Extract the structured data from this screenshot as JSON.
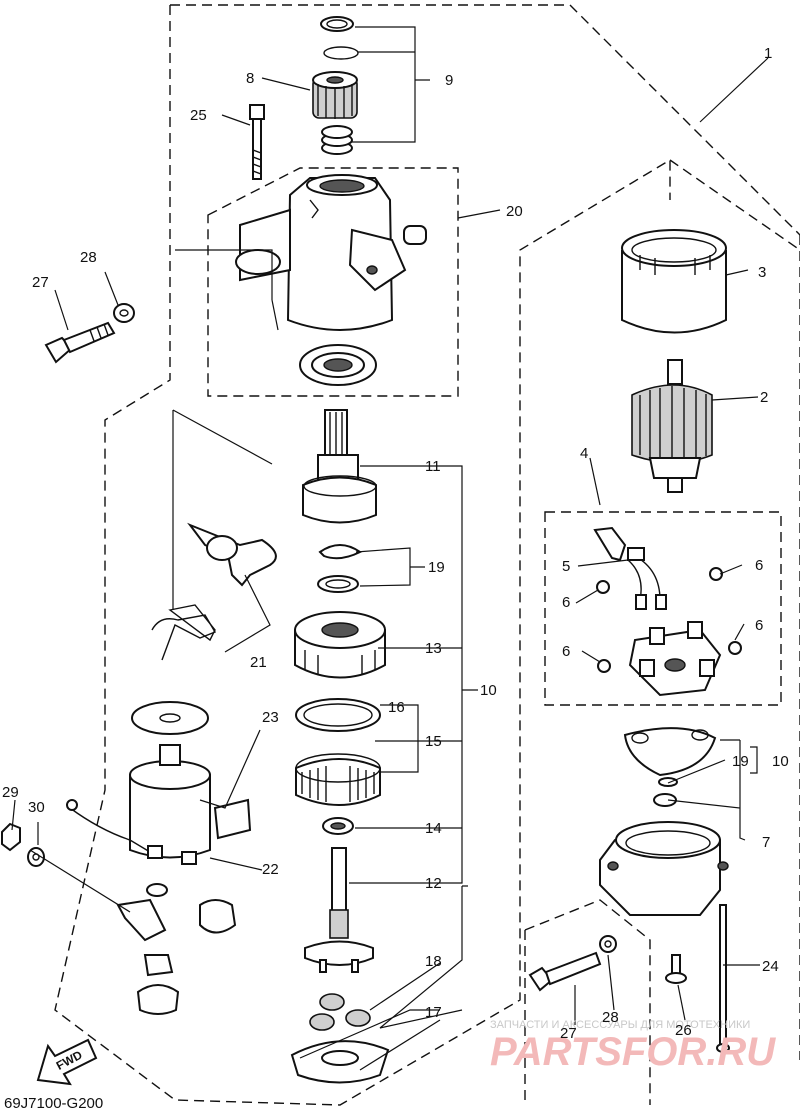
{
  "diagram": {
    "code": "69J7100-G200",
    "fwd_label": "FWD",
    "watermark": {
      "line1": "ЗАПЧАСТИ И АКСЕССУАРЫ ДЛЯ МОТОТЕХНИКИ",
      "line2": "PARTSFOR.RU"
    },
    "callouts": {
      "c1": "1",
      "c2": "2",
      "c3": "3",
      "c4": "4",
      "c5": "5",
      "c6a": "6",
      "c6b": "6",
      "c6c": "6",
      "c6d": "6",
      "c7": "7",
      "c8": "8",
      "c9": "9",
      "c10a": "10",
      "c10b": "10",
      "c11": "11",
      "c12": "12",
      "c13": "13",
      "c14": "14",
      "c15": "15",
      "c16": "16",
      "c17": "17",
      "c18": "18",
      "c19a": "19",
      "c19b": "19",
      "c20": "20",
      "c21": "21",
      "c22": "22",
      "c23": "23",
      "c24": "24",
      "c25": "25",
      "c26": "26",
      "c27a": "27",
      "c27b": "27",
      "c28a": "28",
      "c28b": "28",
      "c29": "29",
      "c30": "30"
    }
  }
}
